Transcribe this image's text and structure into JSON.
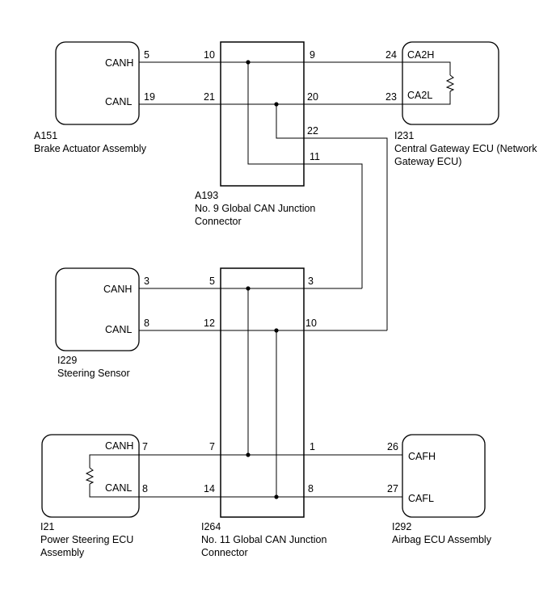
{
  "components": {
    "brake_actuator": {
      "code": "A151",
      "name": "Brake Actuator Assembly",
      "pins": {
        "canh_label": "CANH",
        "canh_pin": "5",
        "canl_label": "CANL",
        "canl_pin": "19"
      }
    },
    "central_gateway": {
      "code": "I231",
      "name_line1": "Central Gateway ECU (Network",
      "name_line2": "Gateway ECU)",
      "pins": {
        "h_label": "CA2H",
        "h_pin": "24",
        "l_label": "CA2L",
        "l_pin": "23"
      }
    },
    "steering_sensor": {
      "code": "I229",
      "name": "Steering Sensor",
      "pins": {
        "canh_label": "CANH",
        "canh_pin": "3",
        "canl_label": "CANL",
        "canl_pin": "8"
      }
    },
    "power_steering_ecu": {
      "code": "I21",
      "name_line1": "Power Steering ECU",
      "name_line2": "Assembly",
      "pins": {
        "canh_label": "CANH",
        "canh_pin": "7",
        "canl_label": "CANL",
        "canl_pin": "8"
      }
    },
    "airbag_ecu": {
      "code": "I292",
      "name": "Airbag ECU Assembly",
      "pins": {
        "h_label": "CAFH",
        "h_pin": "26",
        "l_label": "CAFL",
        "l_pin": "27"
      }
    }
  },
  "junctions": {
    "a193": {
      "code": "A193",
      "name_line1": "No. 9 Global CAN Junction",
      "name_line2": "Connector",
      "pins": {
        "left_h": "10",
        "left_l": "21",
        "right_h": "9",
        "right_l": "20",
        "right_22": "22",
        "right_11": "11"
      }
    },
    "i264": {
      "code": "I264",
      "name_line1": "No. 11 Global CAN Junction",
      "name_line2": "Connector",
      "pins": {
        "left_top": "5",
        "left_mid": "12",
        "left_b1": "7",
        "left_b2": "14",
        "right_top": "3",
        "right_mid": "10",
        "right_b1": "1",
        "right_b2": "8"
      }
    }
  }
}
